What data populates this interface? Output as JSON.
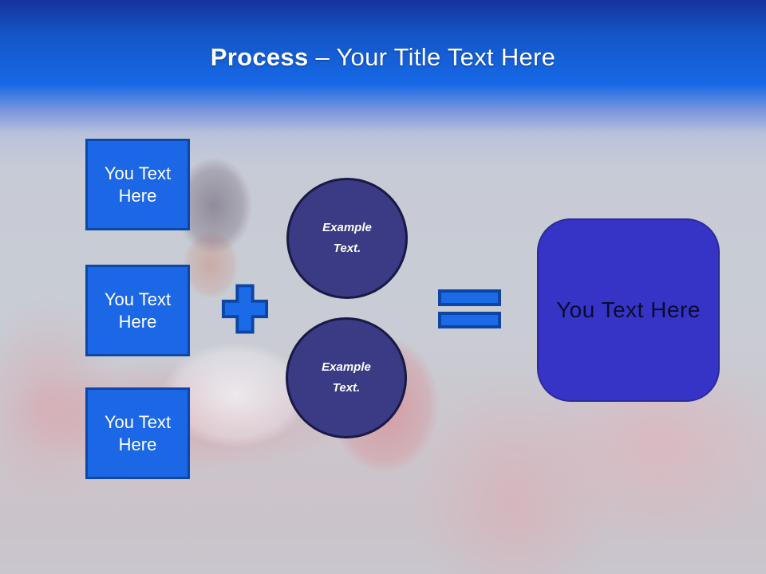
{
  "title": {
    "bold_part": "Process",
    "regular_part": "– Your Title Text Here"
  },
  "input_boxes": [
    {
      "label": "You Text Here"
    },
    {
      "label": "You Text Here"
    },
    {
      "label": "You Text Here"
    }
  ],
  "operators": {
    "plus_icon": "plus",
    "equals_icon": "equals"
  },
  "circles": [
    {
      "label": "Example Text."
    },
    {
      "label": "Example Text."
    }
  ],
  "result_box": {
    "label": "You Text Here"
  },
  "colors": {
    "header_gradient_top": "#16339B",
    "header_gradient_bottom": "#1668E6",
    "box_fill": "#1B67E6",
    "box_border": "#0D47A8",
    "operator_fill": "#1B6AE8",
    "operator_border": "#0C45A4",
    "circle_fill": "#3A3A85",
    "circle_border": "#191945",
    "result_fill": "#3634C7",
    "result_border": "#2B2B96",
    "title_text": "#FFFFFF",
    "result_text": "#0B0B30"
  }
}
